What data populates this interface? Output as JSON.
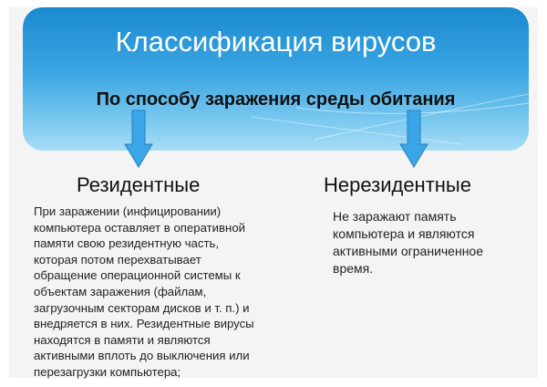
{
  "title": "Классификация вирусов",
  "subtitle": "По способу заражения среды обитания",
  "colors": {
    "banner": "#2a9ad8",
    "arrow": "#3aa5e8",
    "background": "#f4f4f4"
  },
  "columns": [
    {
      "heading": "Резидентные",
      "lines": [
        "При заражении (инфицировании)",
        "компьютера оставляет в оперативной",
        "памяти свою резидентную часть,",
        "которая потом перехватывает",
        "обращение операционной системы к",
        "объектам заражения (файлам,",
        "загрузочным секторам дисков и т. п.) и",
        "внедряется в них. Резидентные вирусы",
        "находятся в памяти и являются",
        "активными вплоть до выключения или",
        "перезагрузки компьютера;"
      ]
    },
    {
      "heading": "Нерезидентные",
      "lines": [
        "Не заражают память",
        "компьютера и являются",
        "активными ограниченное",
        "время."
      ]
    }
  ]
}
